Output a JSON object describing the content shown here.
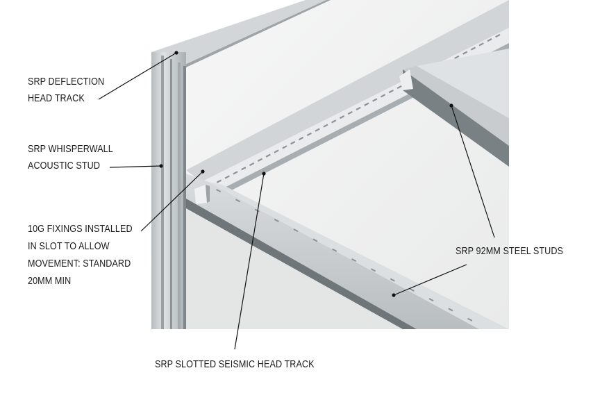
{
  "labels": {
    "deflection_head_track": [
      "SRP DEFLECTION",
      "HEAD TRACK"
    ],
    "whisperwall_stud": [
      "SRP WHISPERWALL",
      "ACOUSTIC STUD"
    ],
    "fixings": [
      "10G FIXINGS INSTALLED",
      "IN SLOT TO ALLOW",
      "MOVEMENT: STANDARD",
      "20MM MIN"
    ],
    "steel_studs": "SRP 92MM STEEL STUDS",
    "seismic_head_track": "SRP SLOTTED SEISMIC HEAD TRACK"
  },
  "colors": {
    "label_text": "#1a1a1a",
    "leader_line": "#111111",
    "galvanized_steel": "#c9ced1",
    "board_face": "#f3f4f4"
  }
}
